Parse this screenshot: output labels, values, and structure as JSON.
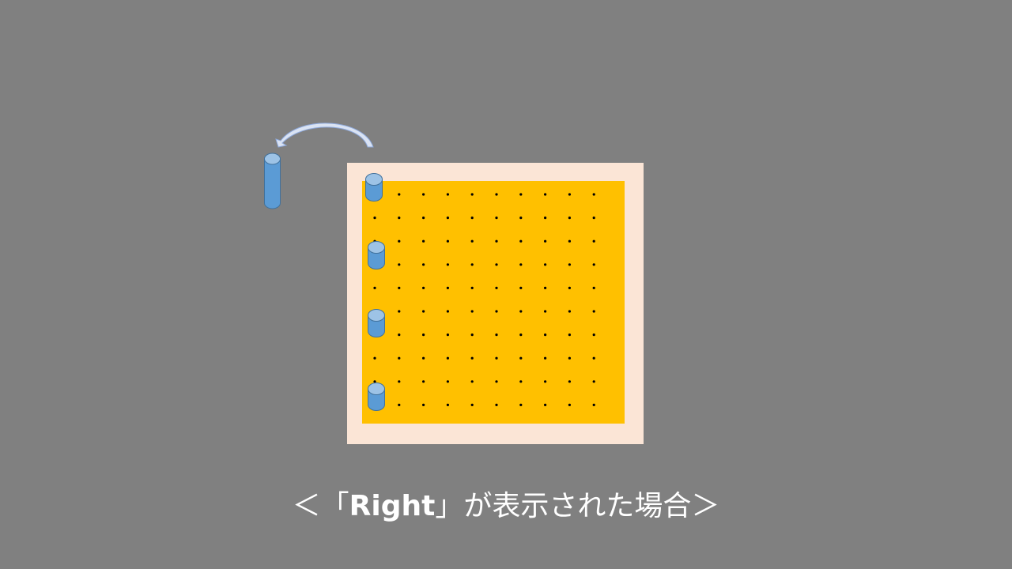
{
  "caption": {
    "open": "＜「",
    "keyword": "Right",
    "close": "」が表示された場合＞"
  },
  "colors": {
    "background": "#808080",
    "board_frame": "#fbe5d6",
    "board_surface": "#ffc000",
    "peg_fill": "#5b9bd5",
    "peg_top": "#9dc3e6",
    "peg_stroke": "#41719c",
    "arrow_fill": "#dae3f3",
    "arrow_stroke": "#8faadc",
    "caption_text": "#ffffff"
  },
  "board": {
    "rows": 10,
    "cols": 10,
    "pegs_in_first_column": 4,
    "removed_peg": "tall-cylinder-outside-board"
  },
  "icons": {
    "move_arrow": "curved-arrow-icon"
  }
}
